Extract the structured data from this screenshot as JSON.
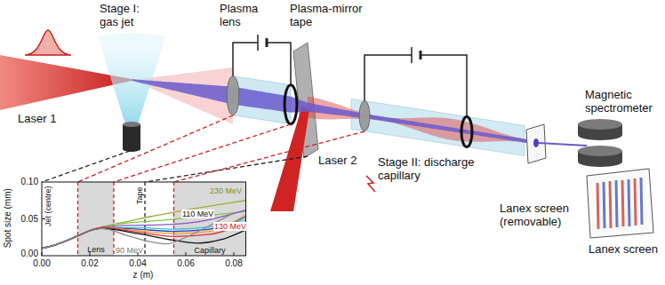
{
  "diagram": {
    "labels": [
      "Stage I: gas jet",
      "Plasma lens",
      "Plasma-mirror tape",
      "Laser 1",
      "Magnetic spectrometer",
      "Laser 2",
      "Stage II: discharge capillary",
      "Lanex screen (removable)",
      "Lanex screen",
      "0.10",
      "Jet (centre)",
      "230 MeV",
      "0.05",
      "Tape",
      "130 MeV",
      "110 MeV",
      "90 MeV",
      "Lens",
      "Capillary",
      "0.00",
      "0.00",
      "0.02",
      "0.04",
      "0.06",
      "0.08",
      "z (m)",
      "Spot size (mm)"
    ]
  }
}
